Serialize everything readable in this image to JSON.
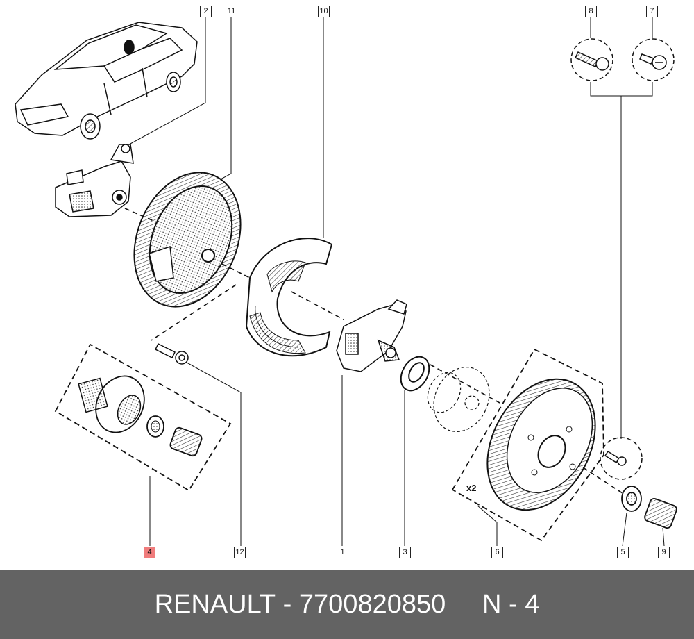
{
  "callouts": {
    "c1": "1",
    "c2": "2",
    "c3": "3",
    "c4": "4",
    "c5": "5",
    "c6": "6",
    "c7": "7",
    "c8": "8",
    "c9": "9",
    "c10": "10",
    "c11": "11",
    "c12": "12"
  },
  "disc_qty_label": "x2",
  "footer": {
    "brand": "RENAULT",
    "sep": " - ",
    "part_number": "7700820850",
    "ref_prefix": "N - ",
    "ref_number": "4"
  },
  "colors": {
    "highlight": "#f07c7c",
    "footer_bg": "#636363",
    "line": "#111111"
  }
}
